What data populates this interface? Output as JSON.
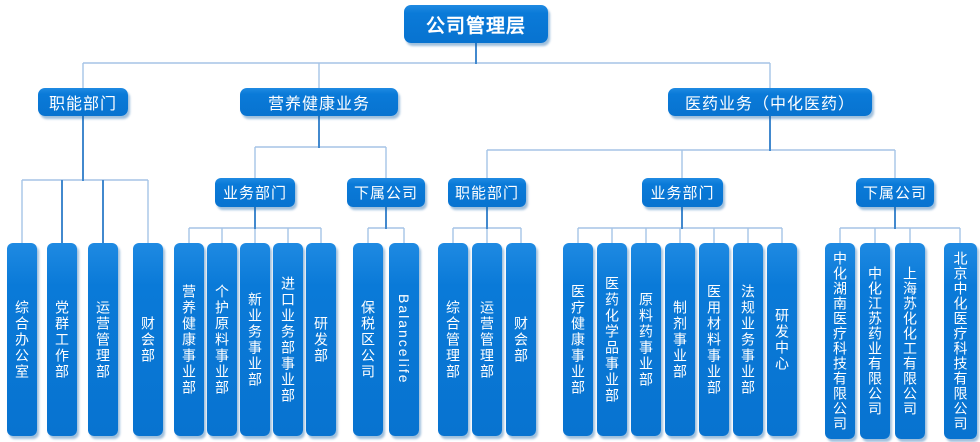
{
  "colors": {
    "box_blue": "#0a7ad8",
    "wire_light": "#a6c4e6",
    "wire_dark": "#4289ce",
    "text": "#ffffff"
  },
  "org": {
    "root": "公司管理层",
    "branches": {
      "functional": {
        "label": "职能部门",
        "children": [
          "综合办公室",
          "党群工作部",
          "运营管理部",
          "财会部"
        ]
      },
      "nutrition": {
        "label": "营养健康业务",
        "groups": {
          "business": {
            "label": "业务部门",
            "children": [
              "营养健康事业部",
              "个护原料事业部",
              "新业务事业部",
              "进口业务部事业部",
              "研发部"
            ]
          },
          "subsidiaries": {
            "label": "下属公司",
            "children": [
              "保税区公司",
              "Balancelife"
            ]
          }
        }
      },
      "pharma": {
        "label": "医药业务（中化医药）",
        "groups": {
          "functional": {
            "label": "职能部门",
            "children": [
              "综合管理部",
              "运营管理部",
              "财会部"
            ]
          },
          "business": {
            "label": "业务部门",
            "children": [
              "医疗健康事业部",
              "医药化学品事业部",
              "原料药事业部",
              "制剂事业部",
              "医用材料事业部",
              "法规业务事业部",
              "研发中心"
            ]
          },
          "subsidiaries": {
            "label": "下属公司",
            "children": [
              "中化湖南医疗科技有限公司",
              "中化江苏药业有限公司",
              "上海苏化化工有限公司",
              "北京中化医疗科技有限公司"
            ]
          }
        }
      }
    }
  }
}
